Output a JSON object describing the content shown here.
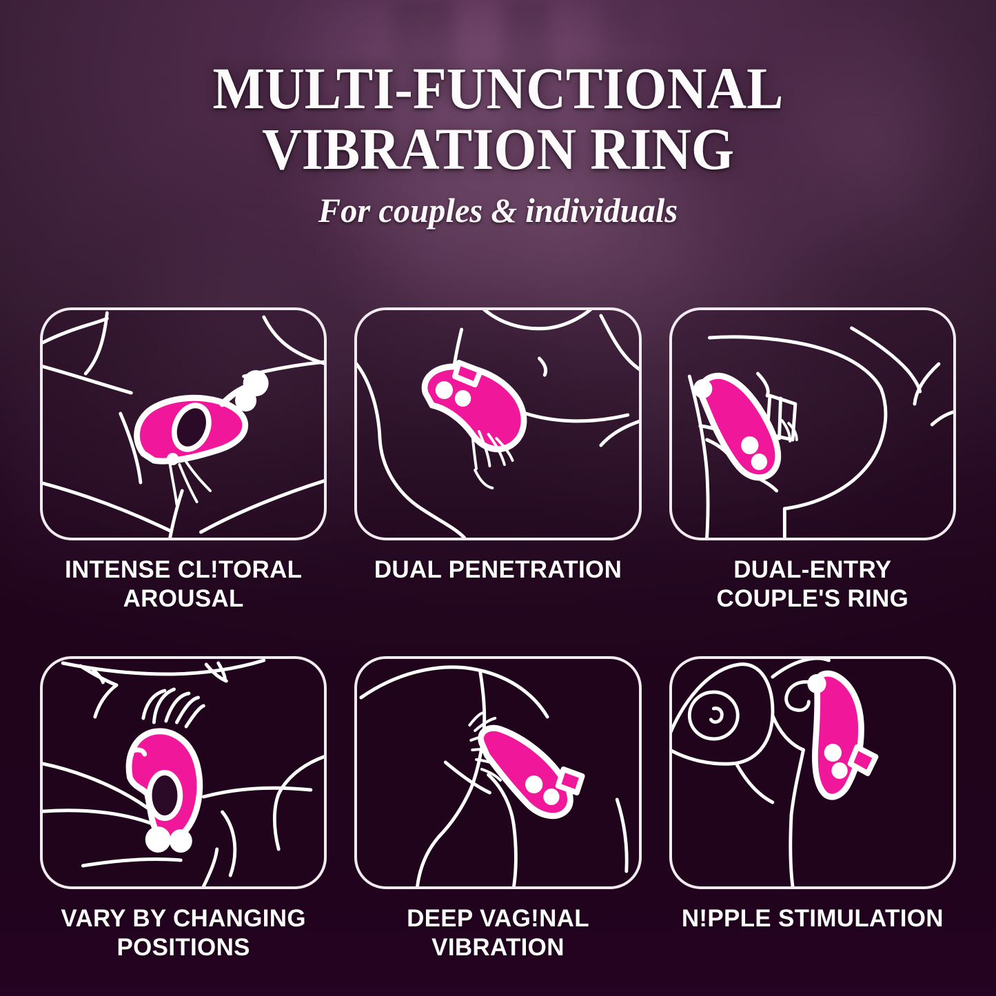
{
  "header": {
    "title_line1": "MULTI-FUNCTIONAL",
    "title_line2": "VIBRATION RING",
    "subtitle": "For couples & individuals"
  },
  "colors": {
    "device_pink": "#F0179B",
    "outline_white": "#FFFFFF",
    "background_top": "#5C3357",
    "background_bottom": "#250322",
    "caption_text": "#FDFCFD"
  },
  "features": [
    {
      "id": "intense-clitoral-arousal",
      "caption": "INTENSE CL!TORAL\nAROUSAL",
      "illustration": "clitoral-ring-icon"
    },
    {
      "id": "dual-penetration",
      "caption": "DUAL PENETRATION",
      "illustration": "dual-penetration-icon"
    },
    {
      "id": "dual-entry-couples-ring",
      "caption": "DUAL-ENTRY\nCOUPLE'S RING",
      "illustration": "couples-ring-icon"
    },
    {
      "id": "vary-by-changing-positions",
      "caption": "VARY BY CHANGING\nPOSITIONS",
      "illustration": "changing-positions-icon"
    },
    {
      "id": "deep-vaginal-vibration",
      "caption": "DEEP VAG!NAL\nVIBRATION",
      "illustration": "deep-vibration-icon"
    },
    {
      "id": "nipple-stimulation",
      "caption": "N!PPLE STIMULATION",
      "illustration": "nipple-stimulation-icon"
    }
  ]
}
